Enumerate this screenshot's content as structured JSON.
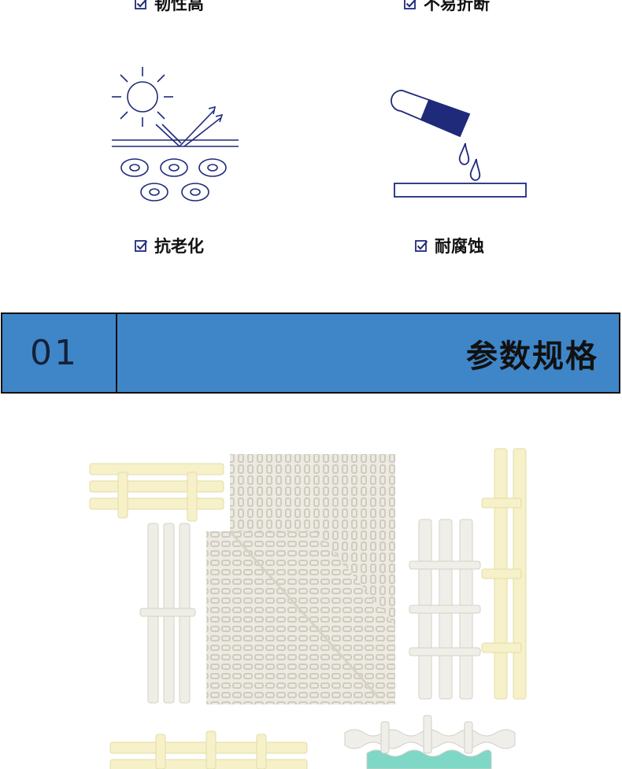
{
  "features": [
    {
      "label": "韧性高",
      "icon": "toughness-icon"
    },
    {
      "label": "不易折断",
      "icon": "unbreakable-icon"
    },
    {
      "label": "抗老化",
      "icon": "anti-aging-sun-icon"
    },
    {
      "label": "耐腐蚀",
      "icon": "corrosion-resistance-icon"
    }
  ],
  "section": {
    "number": "01",
    "title": "参数规格"
  },
  "colors": {
    "icon_stroke": "#1f2a7a",
    "banner_bg": "#3f86c8",
    "number_color": "#14213a"
  },
  "product_image": {
    "label": "grating product assortment",
    "colors": [
      "#f6f1c8",
      "#ecebe2",
      "#7fd8c6"
    ]
  }
}
